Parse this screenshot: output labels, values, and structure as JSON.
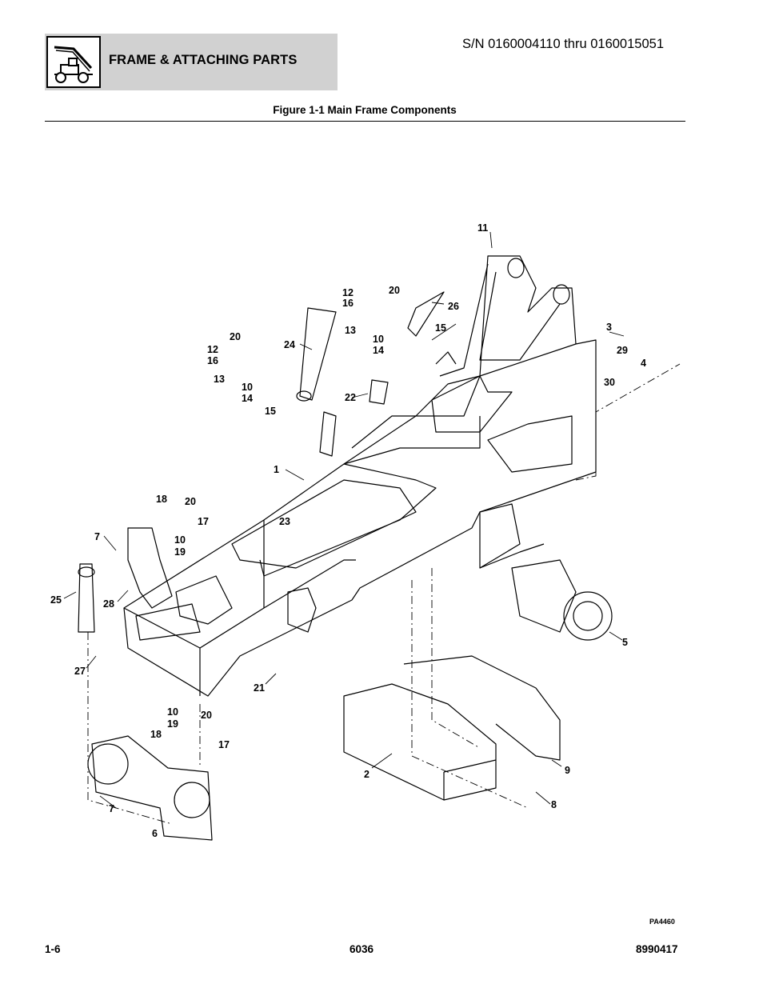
{
  "header": {
    "section_title": "FRAME & ATTACHING PARTS",
    "serial_range": "S/N 0160004110 thru 0160015051",
    "icon": "telehandler-icon"
  },
  "figure": {
    "title": "Figure 1-1 Main Frame Components",
    "drawing_code": "PA4460",
    "callouts": {
      "c1": "1",
      "c2": "2",
      "c3": "3",
      "c4": "4",
      "c5": "5",
      "c6": "6",
      "c7a": "7",
      "c7b": "7",
      "c8": "8",
      "c9": "9",
      "c10a": "10",
      "c10b": "10",
      "c10c": "10",
      "c10d": "10",
      "c11": "11",
      "c12a": "12",
      "c12b": "12",
      "c13a": "13",
      "c13b": "13",
      "c14a": "14",
      "c14b": "14",
      "c15a": "15",
      "c15b": "15",
      "c16a": "16",
      "c16b": "16",
      "c17a": "17",
      "c17b": "17",
      "c18a": "18",
      "c18b": "18",
      "c19a": "19",
      "c19b": "19",
      "c20a": "20",
      "c20b": "20",
      "c20c": "20",
      "c20d": "20",
      "c21": "21",
      "c22": "22",
      "c23": "23",
      "c24": "24",
      "c25": "25",
      "c26": "26",
      "c27": "27",
      "c28": "28",
      "c29": "29",
      "c30": "30"
    }
  },
  "footer": {
    "page_number": "1-6",
    "model": "6036",
    "manual_number": "8990417"
  }
}
